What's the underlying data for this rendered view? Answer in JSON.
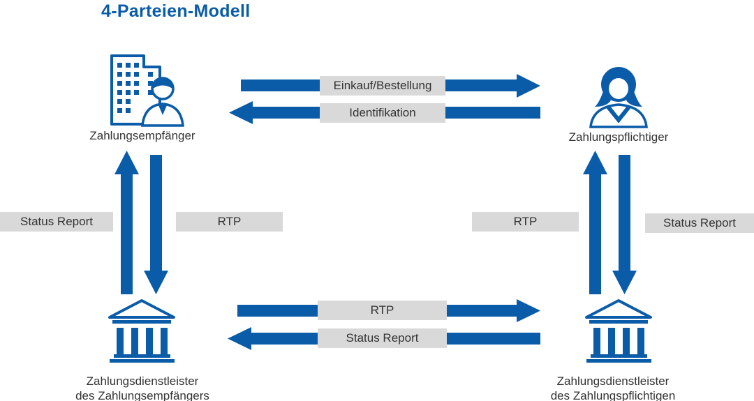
{
  "title": "4-Parteien-Modell",
  "colors": {
    "blue": "#0a5ca9",
    "label_bg": "#d9d9d9",
    "text": "#333333"
  },
  "nodes": {
    "payee": {
      "label": "Zahlungsempfänger",
      "icon": "office-building-person-icon"
    },
    "payer": {
      "label": "Zahlungspflichtiger",
      "icon": "woman-icon"
    },
    "payee_bank": {
      "line1": "Zahlungsdienstleister",
      "line2": "des Zahlungsempfängers",
      "icon": "bank-icon"
    },
    "payer_bank": {
      "line1": "Zahlungsdienstleister",
      "line2": "des Zahlungspflichtigen",
      "icon": "bank-icon"
    }
  },
  "flow_labels": {
    "top_forward": "Einkauf/Bestellung",
    "top_back": "Identifikation",
    "left_outer": "Status Report",
    "left_inner": "RTP",
    "right_inner": "RTP",
    "right_outer": "Status Report",
    "bottom_forward": "RTP",
    "bottom_back": "Status Report"
  }
}
